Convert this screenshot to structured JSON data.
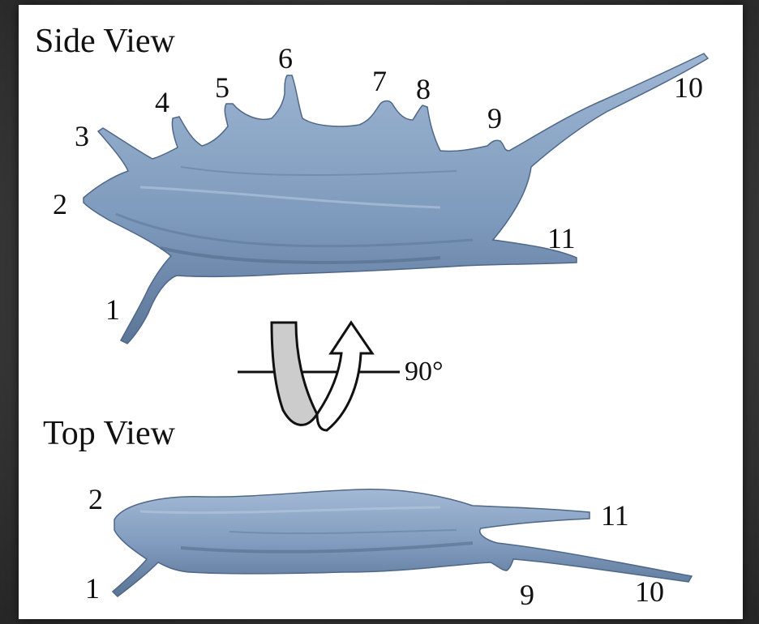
{
  "side_view": {
    "title": "Side View",
    "labels": [
      "1",
      "2",
      "3",
      "4",
      "5",
      "6",
      "7",
      "8",
      "9",
      "10",
      "11"
    ]
  },
  "rotation": {
    "angle": "90°"
  },
  "top_view": {
    "title": "Top View",
    "labels": [
      "1",
      "2",
      "9",
      "10",
      "11"
    ]
  },
  "colors": {
    "cell": "#7f9bbd",
    "cell_dark": "#4f6788",
    "arrow_fill": "#cccccc"
  }
}
